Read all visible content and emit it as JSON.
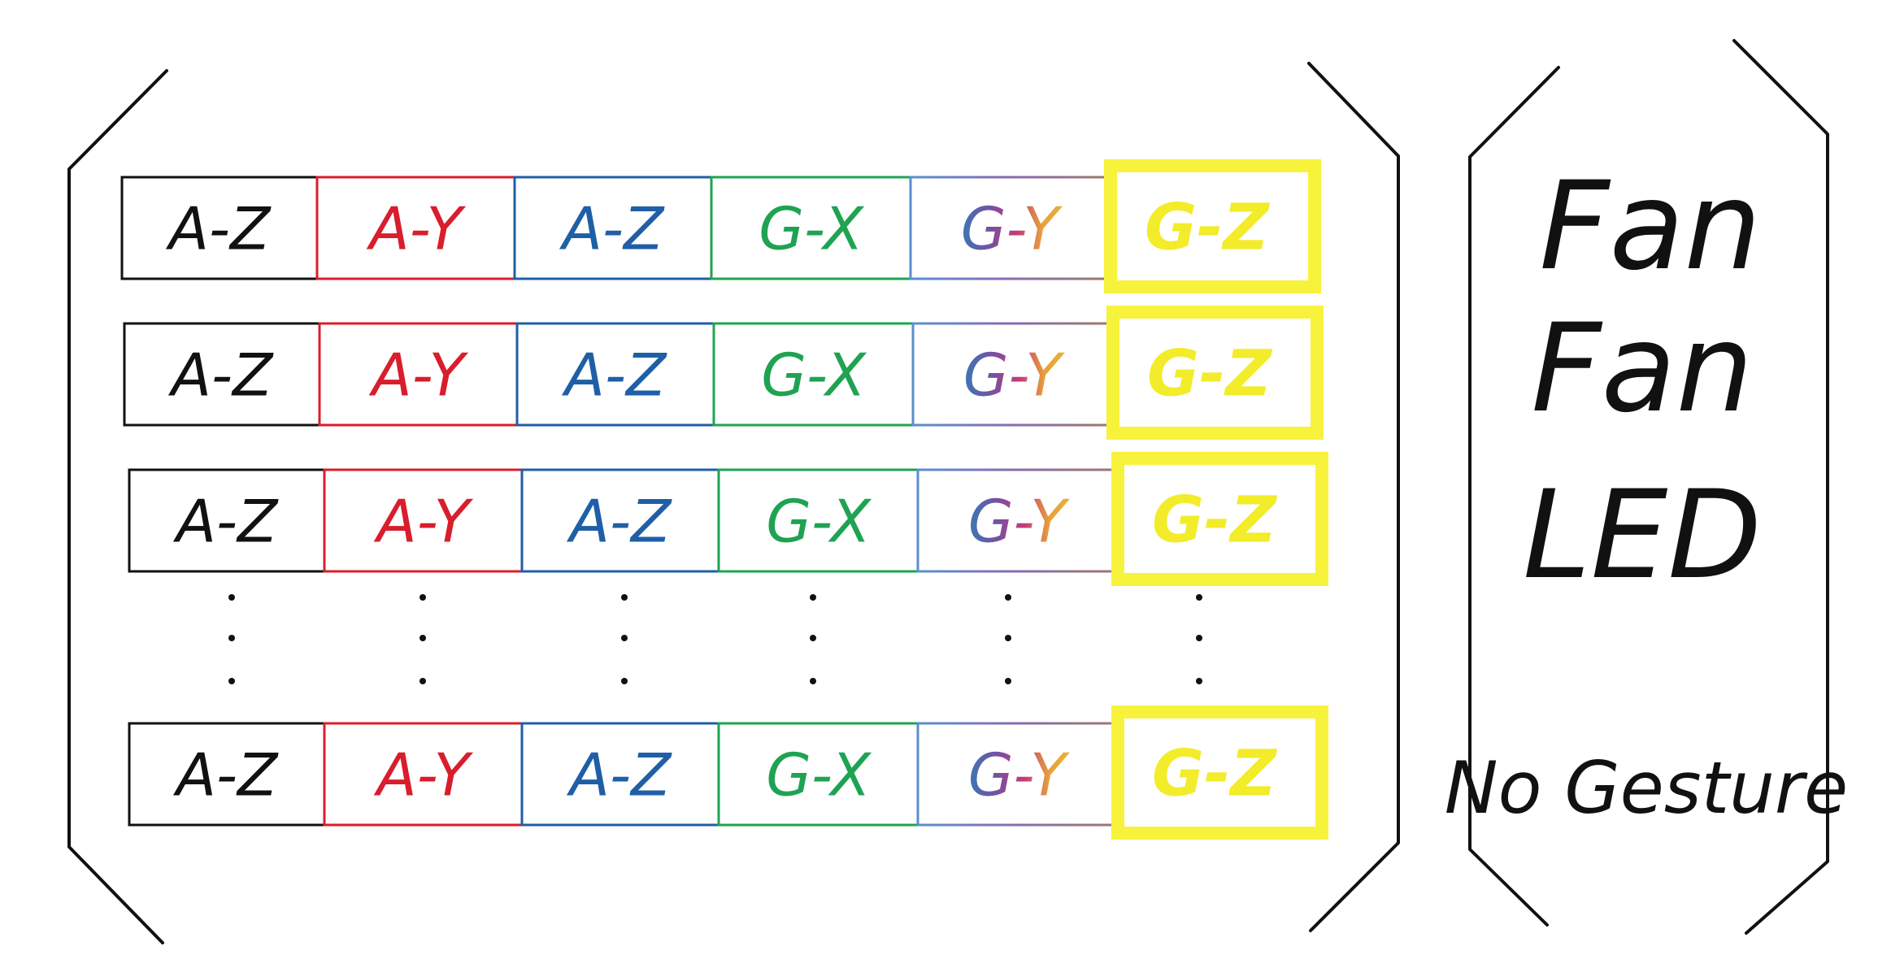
{
  "matrix": {
    "rows": [
      {
        "cells": [
          {
            "text": "A-Z",
            "color_key": "black"
          },
          {
            "text": "A-Y",
            "color_key": "red"
          },
          {
            "text": "A-Z",
            "color_key": "blue"
          },
          {
            "text": "G-X",
            "color_key": "green"
          },
          {
            "text": "G-Y",
            "color_key": "rainbow"
          },
          {
            "text": "G-Z",
            "color_key": "yellow"
          }
        ]
      },
      {
        "cells": [
          {
            "text": "A-Z",
            "color_key": "black"
          },
          {
            "text": "A-Y",
            "color_key": "red"
          },
          {
            "text": "A-Z",
            "color_key": "blue"
          },
          {
            "text": "G-X",
            "color_key": "green"
          },
          {
            "text": "G-Y",
            "color_key": "rainbow"
          },
          {
            "text": "G-Z",
            "color_key": "yellow"
          }
        ]
      },
      {
        "cells": [
          {
            "text": "A-Z",
            "color_key": "black"
          },
          {
            "text": "A-Y",
            "color_key": "red"
          },
          {
            "text": "A-Z",
            "color_key": "blue"
          },
          {
            "text": "G-X",
            "color_key": "green"
          },
          {
            "text": "G-Y",
            "color_key": "rainbow"
          },
          {
            "text": "G-Z",
            "color_key": "yellow"
          }
        ]
      },
      {
        "cells": [
          {
            "text": "A-Z",
            "color_key": "black"
          },
          {
            "text": "A-Y",
            "color_key": "red"
          },
          {
            "text": "A-Z",
            "color_key": "blue"
          },
          {
            "text": "G-X",
            "color_key": "green"
          },
          {
            "text": "G-Y",
            "color_key": "rainbow"
          },
          {
            "text": "G-Z",
            "color_key": "yellow"
          }
        ]
      }
    ]
  },
  "labels": {
    "items": [
      "Fan",
      "Fan",
      "LED",
      "No Gesture"
    ]
  },
  "colors": {
    "black": "#111111",
    "red": "#d81e2c",
    "blue": "#1f5fa6",
    "green": "#1fa352",
    "yellow": "#f7f23c",
    "yellow_text": "#f2ec2a",
    "rainbow": [
      "#3a78b5",
      "#7a4fa0",
      "#c33a7a",
      "#e8a23a",
      "#e6b13a"
    ]
  }
}
